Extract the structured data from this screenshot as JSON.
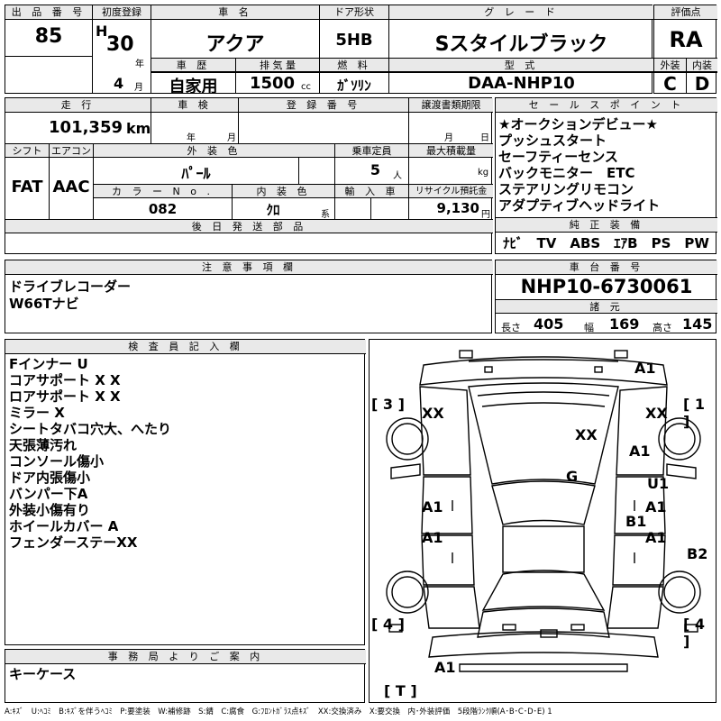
{
  "header": {
    "lot_no_label": "出 品 番 号",
    "lot_no": "85",
    "first_reg_label": "初度登録",
    "era": "H",
    "reg_year": "30",
    "year_unit": "年",
    "reg_month": "4",
    "month_unit": "月",
    "name_label": "車 名",
    "name": "アクア",
    "door_label": "ドア形状",
    "door": "5HB",
    "grade_label": "グ レ ー ド",
    "grade": "Sスタイルブラック",
    "score_label": "評価点",
    "score": "RA",
    "history_label": "車 歴",
    "history": "自家用",
    "displacement_label": "排 気 量",
    "displacement": "1500",
    "cc_unit": "cc",
    "fuel_label": "燃 料",
    "fuel": "ｶﾞｿﾘﾝ",
    "model_label": "型 式",
    "model": "DAA-NHP10",
    "exterior_label": "外装",
    "exterior": "C",
    "interior_label": "内装",
    "interior": "D"
  },
  "row2": {
    "mileage_label": "走 行",
    "mileage": "101,359",
    "km_unit": "km",
    "inspection_label": "車 検",
    "year_unit": "年",
    "month_unit": "月",
    "plate_label": "登 録 番 号",
    "transfer_label": "譲渡書類期限",
    "t_month_unit": "月",
    "t_day_unit": "日",
    "shift_label": "シフト",
    "shift": "FAT",
    "ac_label": "エアコン",
    "ac": "AAC",
    "color_label": "外 装 色",
    "color": "ﾊﾟｰﾙ",
    "capacity_label": "乗車定員",
    "capacity": "5",
    "capacity_unit": "人",
    "load_label": "最大積載量",
    "load_unit": "kg",
    "color_no_label": "カ ラ ー N o .",
    "color_no": "082",
    "int_color_label": "内 装 色",
    "int_color": "ｸﾛ",
    "int_color_unit": "系",
    "import_label": "輸 入 車",
    "recycle_label": "リサイクル預託金",
    "recycle": "9,130",
    "recycle_unit": "円",
    "later_parts_label": "後 日 発 送 部 品"
  },
  "sales_points": {
    "label": "セ ー ル ス ポ イ ン ト",
    "items": [
      "★オークションデビュー★",
      "プッシュスタート",
      "セーフティーセンス",
      "バックモニター　ETC",
      "ステアリングリモコン",
      "アダプティブヘッドライト"
    ]
  },
  "equipment": {
    "label": "純 正 装 備",
    "items": "ﾅﾋﾞ　TV　ABS　ｴｱB　PS　PW"
  },
  "notes": {
    "label": "注 意 事 項 欄",
    "line1": "ドライブレコーダー",
    "line2": "W66Tナビ"
  },
  "chassis": {
    "label": "車 台 番 号",
    "number": "NHP10-6730061",
    "spec_label": "諸 元",
    "length_label": "長さ",
    "length": "405",
    "width_label": "幅",
    "width": "169",
    "height_label": "高さ",
    "height": "145"
  },
  "inspector": {
    "label": "検 査 員 記 入 欄",
    "items": [
      "Fインナー U",
      "コアサポート X X",
      "ロアサポート X X",
      "ミラー X",
      "シートタバコ穴大、へたり",
      "天張薄汚れ",
      "コンソール傷小",
      "ドア内張傷小",
      "バンパー下A",
      "外装小傷有り",
      "ホイールカバー A",
      "フェンダーステーXX"
    ]
  },
  "office": {
    "label": "事 務 局 よ り ご 案 内",
    "text": "キーケース"
  },
  "diagram": {
    "b3": "[ 3 ]",
    "b1": "[ 1 ]",
    "b4l": "[ 4 ]",
    "b4r": "[ 4 ]",
    "bt": "[ T ]",
    "marks": {
      "a1_top": "A1",
      "xx_left": "XX",
      "xx_right": "XX",
      "xx_center": "XX",
      "a1_hood": "A1",
      "g": "G",
      "u1": "U1",
      "a1_lf": "A1",
      "a1_rf": "A1",
      "b1": "B1",
      "a1_lr": "A1",
      "a1_rr": "A1",
      "b2": "B2",
      "a1_bottom": "A1"
    }
  },
  "footer": "A:ｷｽﾞ　U:ﾍｺﾐ　B:ｷｽﾞを伴うﾍｺﾐ　P:要塗装　W:補修跡　S:錆　C:腐食　G:ﾌﾛﾝﾄｶﾞﾗｽ点ｷｽﾞ　XX:交換済み　X:要交換　内･外装評価　5段階ﾗﾝｸ順(A･B･C･D･E) 1"
}
